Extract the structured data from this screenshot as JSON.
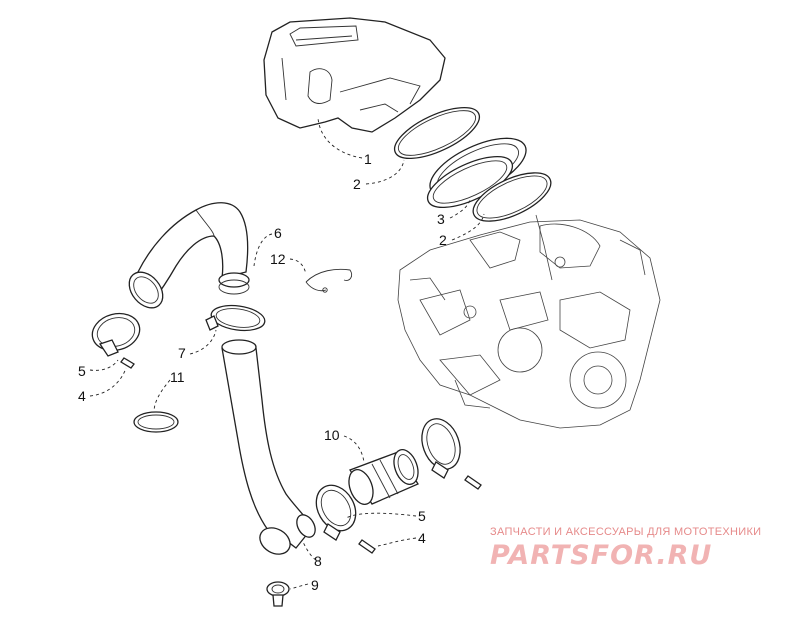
{
  "diagram": {
    "callouts": [
      {
        "id": "c1",
        "label": "1"
      },
      {
        "id": "c2a",
        "label": "2"
      },
      {
        "id": "c3",
        "label": "3"
      },
      {
        "id": "c2b",
        "label": "2"
      },
      {
        "id": "c6",
        "label": "6"
      },
      {
        "id": "c12",
        "label": "12"
      },
      {
        "id": "c5a",
        "label": "5"
      },
      {
        "id": "c4a",
        "label": "4"
      },
      {
        "id": "c7",
        "label": "7"
      },
      {
        "id": "c11",
        "label": "11"
      },
      {
        "id": "c10",
        "label": "10"
      },
      {
        "id": "c5b",
        "label": "5"
      },
      {
        "id": "c4b",
        "label": "4"
      },
      {
        "id": "c8",
        "label": "8"
      },
      {
        "id": "c9",
        "label": "9"
      }
    ]
  },
  "watermark": {
    "caption": "ЗАПЧАСТИ И АКСЕССУАРЫ ДЛЯ МОТОТЕХНИКИ",
    "logo": "PARTSFOR.RU",
    "color": "#f1b3b3"
  }
}
